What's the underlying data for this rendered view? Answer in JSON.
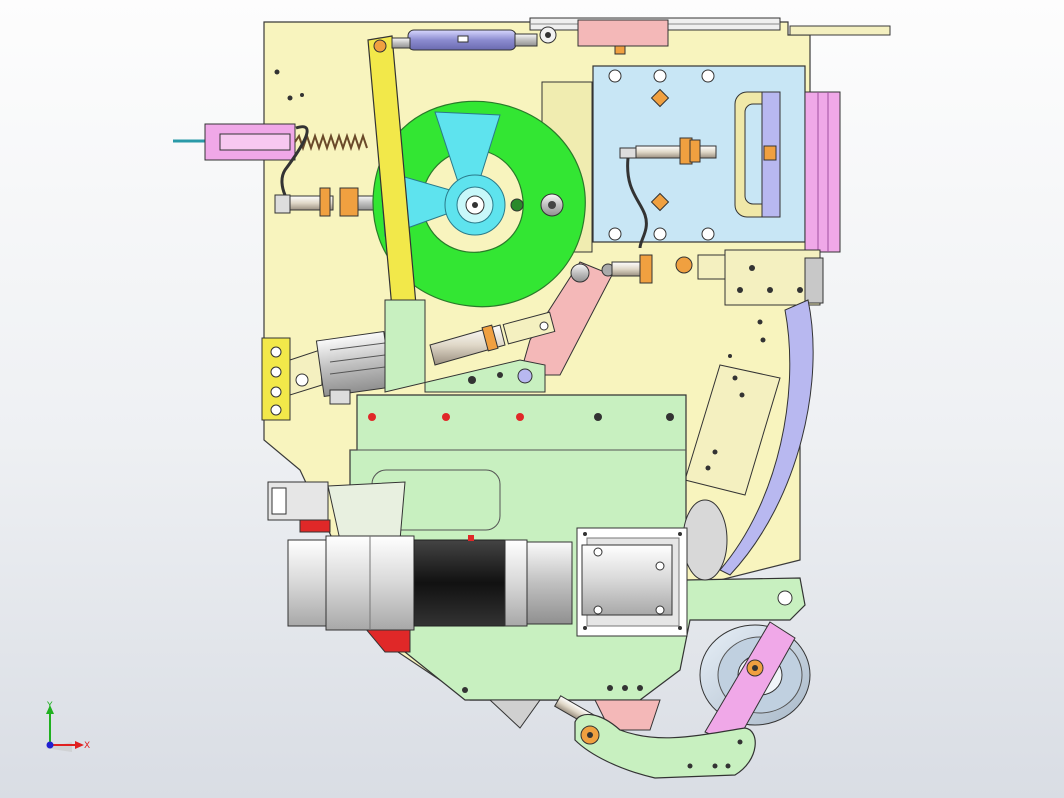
{
  "viewport": {
    "background_top": "#fdfdfd",
    "background_bottom": "#d9dde4"
  },
  "colors": {
    "base_plate": "#f8f4be",
    "edge": "#3a3a3a",
    "yellow_lever": "#f2e84a",
    "green_cam": "#33e633",
    "cyan_part": "#5ee3ee",
    "light_green_plate": "#c8f0c0",
    "pink_part": "#f0a8e8",
    "salmon_part": "#f4b8b8",
    "light_blue_block": "#c8e6f5",
    "lavender_arc": "#b8b8f0",
    "purple_cylinder": "#a0a0dc",
    "orange_nut": "#f0a040",
    "red_part": "#e02828",
    "motor_black": "#1a1a1a",
    "motor_silver": "#e6e6e6"
  },
  "components": [
    "base-plate",
    "yellow-lever-arm",
    "green-cam-disc",
    "cyan-vane-rotor",
    "spring-cylinder",
    "top-pneumatic-cylinder",
    "top-slide-rail",
    "light-blue-slide-block",
    "right-pink-rail",
    "lavender-curved-guide",
    "salmon-link-arm",
    "lower-green-mounting-plate",
    "servo-motor",
    "gearbox-reducer",
    "motor-flange-bracket",
    "grey-pulley-wheel",
    "pink-bottom-link",
    "bottom-green-swing-arm",
    "red-side-part",
    "electrical-connector-box",
    "left-yellow-bracket",
    "proximity-sensors"
  ],
  "triad": {
    "x_label": "X",
    "y_label": "Y",
    "x_color": "#e02020",
    "y_color": "#20b020",
    "origin_color": "#2020d0"
  }
}
